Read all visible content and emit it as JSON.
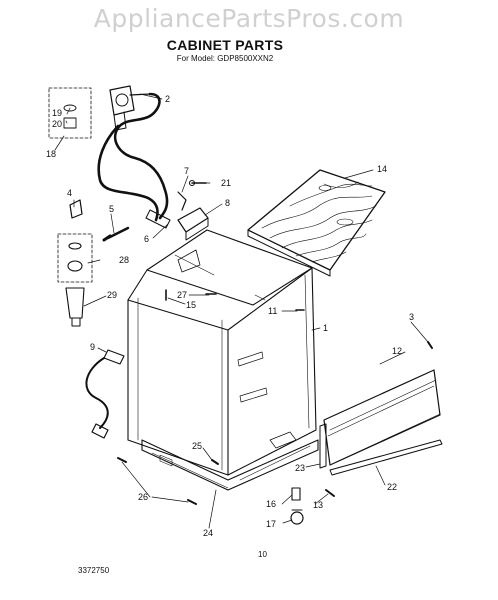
{
  "header": {
    "watermark": "AppliancePartsPros.com",
    "title": "CABINET PARTS",
    "subtitle": "For Model: GDP8500XXN2"
  },
  "footer": {
    "page_number": "10",
    "doc_number": "3372750"
  },
  "callouts": {
    "c1": "1",
    "c2": "2",
    "c4": "4",
    "c5": "5",
    "c6": "6",
    "c7": "7",
    "c8": "8",
    "c9": "9",
    "c11": "11",
    "c12": "12",
    "c13": "13",
    "c14": "14",
    "c15": "15",
    "c16": "16",
    "c17": "17",
    "c18": "18",
    "c19": "19",
    "c20": "20",
    "c21": "21",
    "c22": "22",
    "c23": "23",
    "c24": "24",
    "c25": "25",
    "c26": "26",
    "c27": "27",
    "c28": "28",
    "c29": "29",
    "c3": "3"
  }
}
